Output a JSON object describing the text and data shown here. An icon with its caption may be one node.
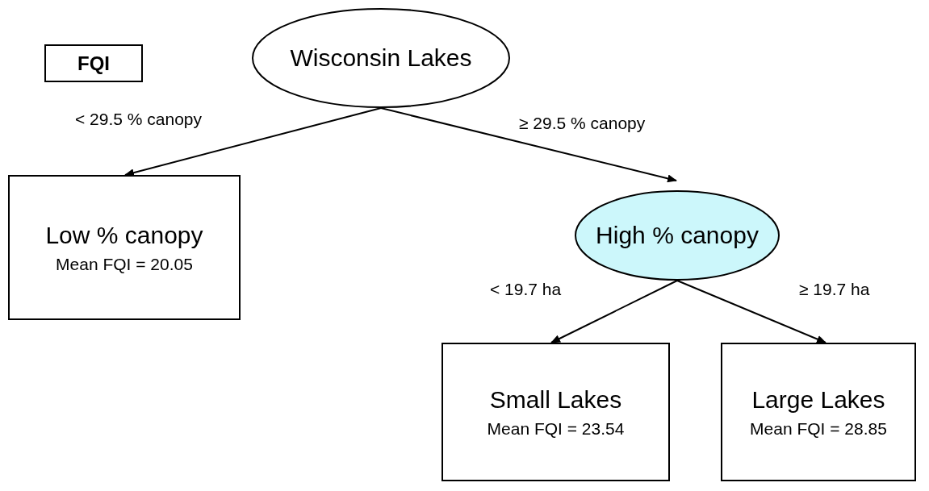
{
  "diagram": {
    "nodes": [
      {
        "text": [
          "FQI"
        ]
      },
      {
        "text": [
          "Wisconsin Lakes"
        ]
      },
      {
        "text": [
          "Low % canopy",
          "Mean FQI = 20.05"
        ]
      },
      {
        "text": [
          "High % canopy"
        ]
      },
      {
        "text": [
          "Small Lakes",
          "Mean FQI = 23.54"
        ]
      },
      {
        "text": [
          "Large Lakes",
          "Mean FQI = 28.85"
        ]
      }
    ],
    "edges": [
      {
        "from": 1,
        "to": 2,
        "arrow": "to",
        "label": "< 29.5 % canopy"
      },
      {
        "from": 1,
        "to": 3,
        "arrow": "to",
        "label": "≥ 29.5 % canopy"
      },
      {
        "from": 3,
        "to": 4,
        "arrow": "to",
        "label": "< 19.7 ha"
      },
      {
        "from": 3,
        "to": 5,
        "arrow": "to",
        "label": "≥ 19.7 ha"
      }
    ]
  }
}
